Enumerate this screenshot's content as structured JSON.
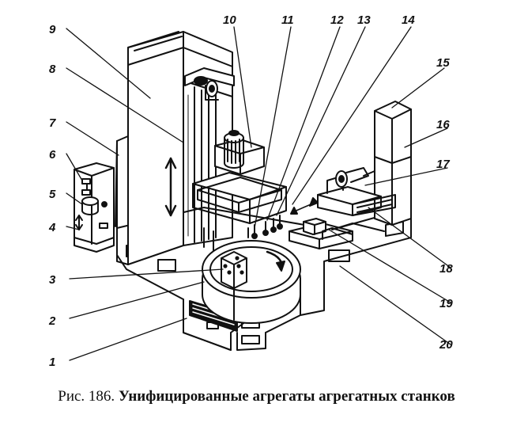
{
  "figure": {
    "callouts": [
      "1",
      "2",
      "3",
      "4",
      "5",
      "6",
      "7",
      "8",
      "9",
      "10",
      "11",
      "12",
      "13",
      "14",
      "15",
      "16",
      "17",
      "18",
      "19",
      "20"
    ]
  },
  "caption": {
    "lead": "Рис. 186.",
    "body": "Унифицированные агрегаты агрегатных станков"
  },
  "colors": {
    "ink": "#111111",
    "paper": "#ffffff"
  }
}
